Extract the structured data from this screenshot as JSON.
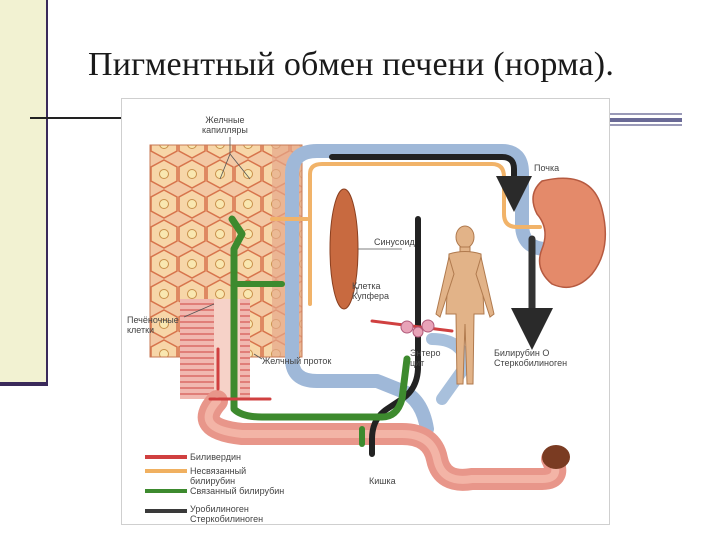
{
  "slide": {
    "title": "Пигментный обмен печени (норма)."
  },
  "diagram": {
    "labels": {
      "bile_capillaries": [
        "Желчные",
        "капилляры"
      ],
      "kidney": "Почка",
      "sinusoid": "Синусоид",
      "kupffer_cell": [
        "Клетка",
        "Купфера"
      ],
      "liver_cells": [
        "Печёночные",
        "клетки"
      ],
      "bile_duct": "Желчный проток",
      "enterocyte": [
        "Энтеро",
        "цит"
      ],
      "bilirubin_o": [
        "Билирубин О",
        "Стеркобилиноген"
      ],
      "intestine": "Кишка"
    },
    "legend": [
      {
        "text": [
          "Биливердин"
        ],
        "color": "#d04040"
      },
      {
        "text": [
          "Несвязанный",
          "билирубин"
        ],
        "color": "#f0b060"
      },
      {
        "text": [
          "Связанный билирубин"
        ],
        "color": "#3d8a2e"
      },
      {
        "text": [
          "Уробилиноген",
          "Стеркобилиноген"
        ],
        "color": "#3a3a3a"
      }
    ]
  }
}
